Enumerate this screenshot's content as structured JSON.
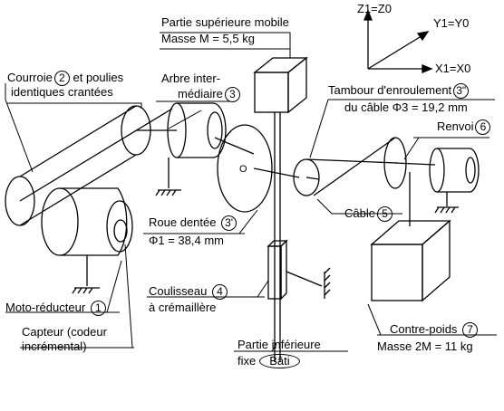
{
  "axes": {
    "z": "Z1=Z0",
    "y": "Y1=Y0",
    "x": "X1=X0"
  },
  "labels": {
    "partie_superieure": {
      "line1": "Partie supérieure mobile",
      "line2": "Masse M = 5,5 kg"
    },
    "courroie": {
      "line1_a": "Courroie",
      "num": "2",
      "line1_b": "et poulies",
      "line2": "identiques crantées"
    },
    "arbre": {
      "line1": "Arbre inter-",
      "line2": "médiaire",
      "num": "3"
    },
    "tambour": {
      "line1": "Tambour d'enroulement",
      "num": "3\"",
      "line2": "du câble Φ3 = 19,2 mm"
    },
    "renvoi": {
      "text": "Renvoi",
      "num": "6"
    },
    "roue": {
      "line1": "Roue dentée",
      "num": "3'",
      "line2": "Φ1 = 38,4 mm"
    },
    "cable": {
      "text": "Câble",
      "num": "5"
    },
    "coulisseau": {
      "line1": "Coulisseau",
      "num": "4",
      "line2": "à crémaillère"
    },
    "moto": {
      "text": "Moto-réducteur",
      "num": "1"
    },
    "capteur": {
      "line1": "Capteur (codeur",
      "line2": "incrémental)"
    },
    "contrepoids": {
      "line1": "Contre-poids",
      "num": "7",
      "line2": "Masse 2M = 11 kg"
    },
    "partie_inferieure": {
      "line1": "Partie inférieure",
      "line2": "fixe",
      "bati": "Bâti"
    },
    "center_mark": "O"
  }
}
